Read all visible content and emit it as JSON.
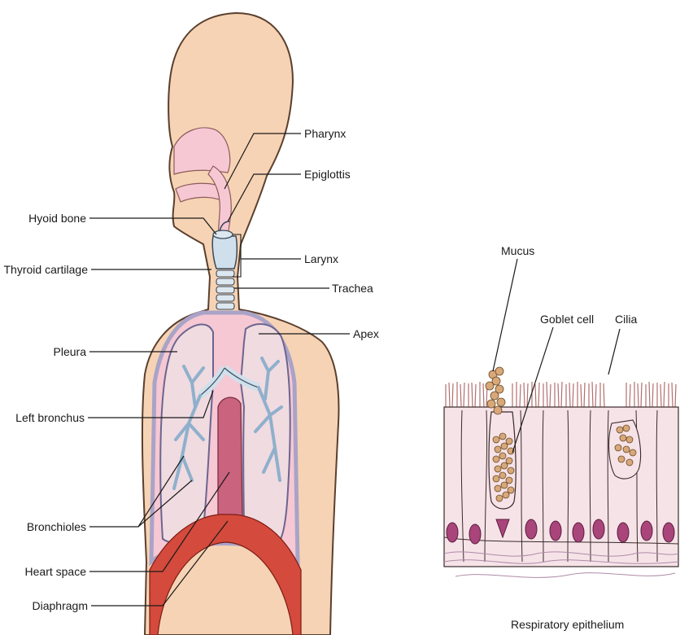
{
  "labels_left": {
    "hyoid_bone": "Hyoid bone",
    "thyroid_cartilage": "Thyroid cartilage",
    "pleura": "Pleura",
    "left_bronchus": "Left bronchus",
    "bronchioles": "Bronchioles",
    "heart_space": "Heart space",
    "diaphragm": "Diaphragm"
  },
  "labels_right": {
    "pharynx": "Pharynx",
    "epiglottis": "Epiglottis",
    "larynx": "Larynx",
    "trachea": "Trachea",
    "apex": "Apex"
  },
  "epithelium": {
    "mucus": "Mucus",
    "goblet_cell": "Goblet cell",
    "cilia": "Cilia",
    "caption": "Respiratory epithelium"
  },
  "colors": {
    "skin": "#f6d3b4",
    "skin_outline": "#5a3f2e",
    "lung": "#f0dbe0",
    "pleura": "#a9a3c8",
    "airway": "#cfe0ec",
    "cavity": "#f6c8d3",
    "heart": "#c9637e",
    "diaphragm": "#d44a3c",
    "cilia": "#b46e6e",
    "nucleus": "#a9457a"
  }
}
